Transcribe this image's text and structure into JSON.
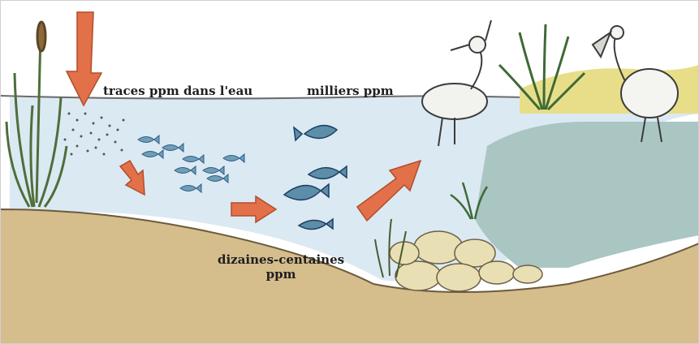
{
  "labels": {
    "water_trace": "traces ppm dans l'eau",
    "bird_level": "milliers ppm",
    "fish_level_line1": "dizaines-centaines",
    "fish_level_line2": "ppm"
  },
  "colors": {
    "water": "#dbe9f3",
    "pond_bank_water": "#a9c6c2",
    "sand": "#d5bd8c",
    "arrow": "#e2714a",
    "grass": "#e8de8a",
    "fish": "#5d8ea8",
    "fish_dark": "#2f5b86"
  },
  "icons": [
    "reed-icon",
    "fish-icon",
    "heron-icon",
    "pelican-icon",
    "fern-icon",
    "stone-icon",
    "arrow-icon"
  ]
}
